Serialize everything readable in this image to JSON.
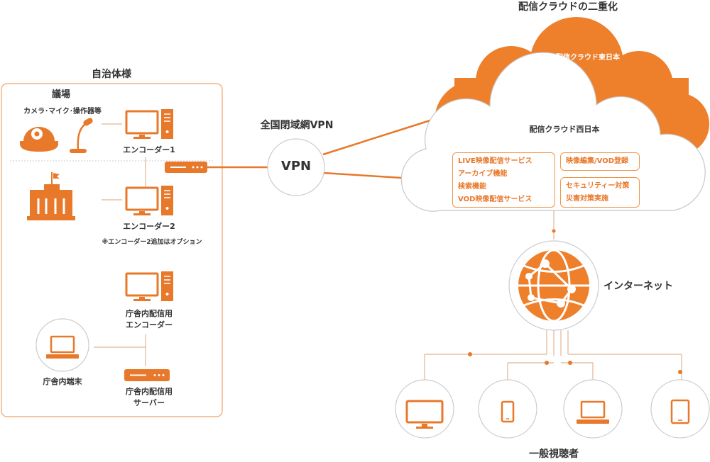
{
  "colors": {
    "accent": "#e8782a",
    "accent_light": "#f0954a",
    "line": "#e0b595",
    "text": "#333333",
    "frame": "#f0a56a"
  },
  "venue": {
    "title": "自治体様",
    "assembly_label": "議場",
    "devices_label": "カメラ･マイク･操作器等",
    "encoder1_label": "エンコーダー1",
    "encoder2_label": "エンコーダー2",
    "option_note": "※エンコーダー2追加はオプション",
    "office_encoder_label": [
      "庁舎内配信用",
      "エンコーダー"
    ],
    "office_terminal_label": "庁舎内端末",
    "office_server_label": [
      "庁舎内配信用",
      "サーバー"
    ]
  },
  "vpn": {
    "network_label": "全国閉域網VPN",
    "node_label": "VPN"
  },
  "cloud": {
    "title": "配信クラウドの二重化",
    "east_label": "配信クラウド東日本",
    "west_label": "配信クラウド西日本",
    "services_main": [
      "LIVE映像配信サービス",
      "アーカイブ機能",
      "検索機能",
      "VOD映像配信サービス"
    ],
    "services_edit": [
      "映像編集/VOD登録"
    ],
    "services_security": [
      "セキュリティー対策",
      "災害対策実施"
    ]
  },
  "internet": {
    "label": "インターネット",
    "icon": "globe-network-icon"
  },
  "viewers": {
    "label": "一般視聴者",
    "devices": [
      "monitor-icon",
      "smartphone-icon",
      "laptop-icon",
      "tablet-icon"
    ]
  }
}
